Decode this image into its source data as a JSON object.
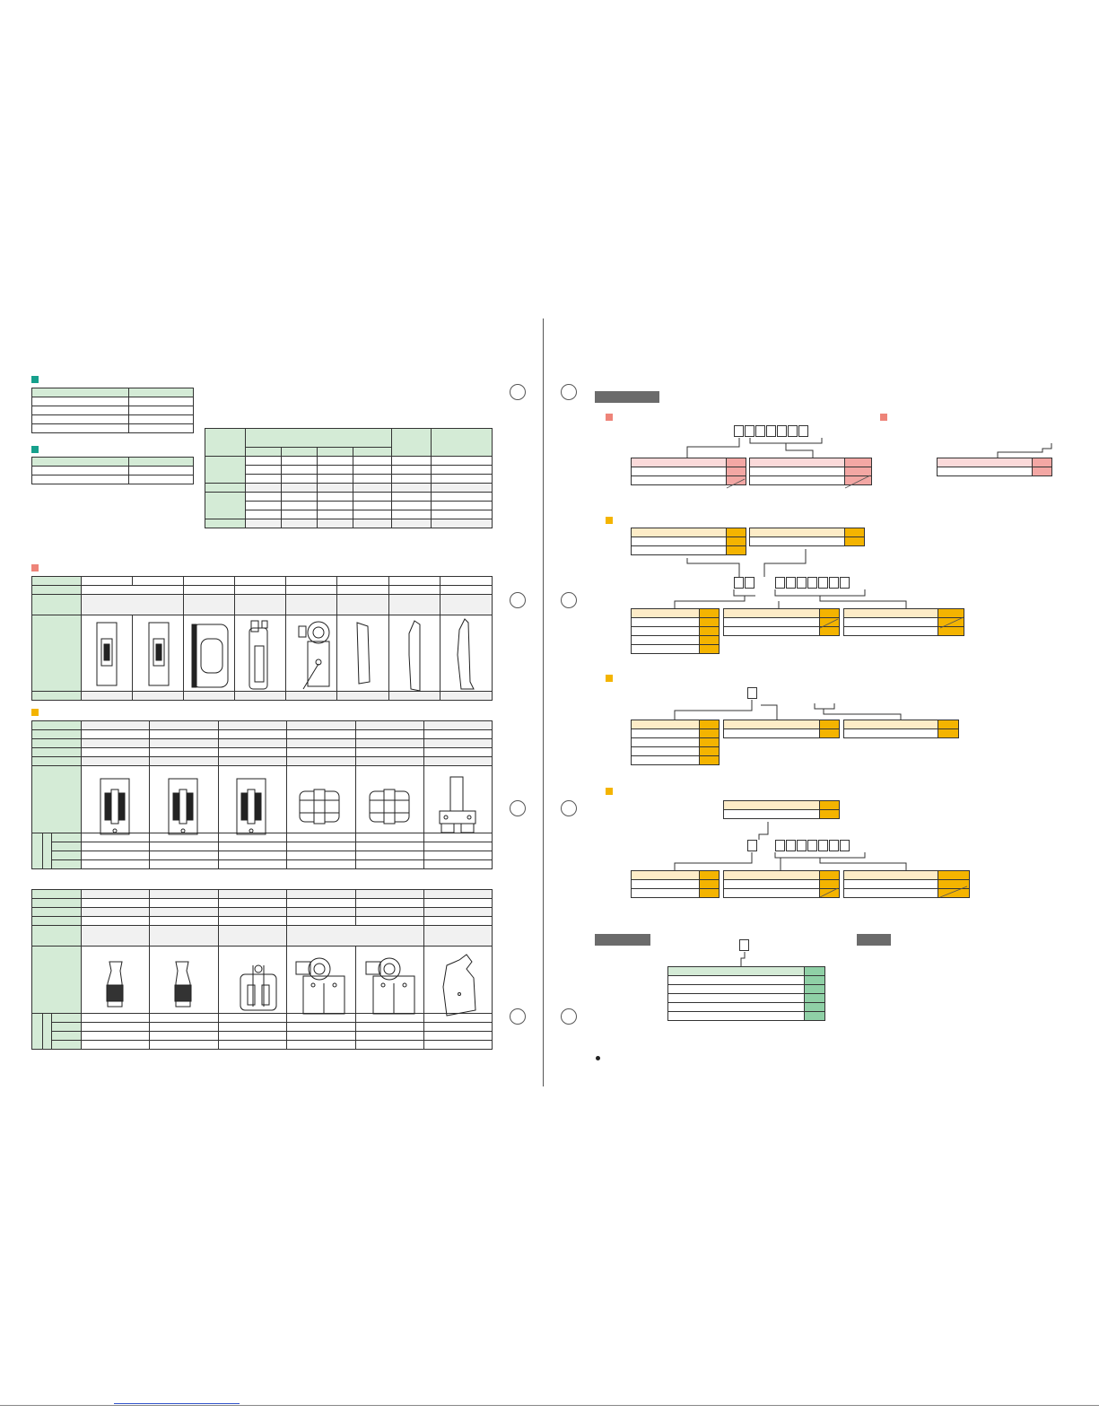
{
  "page": {
    "footer_link": ""
  },
  "left": {
    "sections": [
      {
        "id": "spec-1",
        "marker": "teal",
        "title": ""
      },
      {
        "id": "spec-2",
        "marker": "teal",
        "title": ""
      },
      {
        "id": "parts-1",
        "marker": "salmon",
        "title": ""
      },
      {
        "id": "parts-2",
        "marker": "gold",
        "title": ""
      }
    ]
  },
  "right": {
    "headers": [
      {
        "id": "header-1",
        "label": ""
      },
      {
        "id": "header-2",
        "label": ""
      },
      {
        "id": "header-3",
        "label": ""
      }
    ],
    "note": ""
  },
  "colors": {
    "teal": "#16a08c",
    "salmon": "#ee8479",
    "gold": "#f4b400",
    "green_fill": "#d4ebd6",
    "pink_fill": "#fbdada",
    "cream_fill": "#fdecc7",
    "dark_header": "#6b6b6b"
  },
  "icons": [
    "part-drawing-icon",
    "bullet-icon"
  ]
}
